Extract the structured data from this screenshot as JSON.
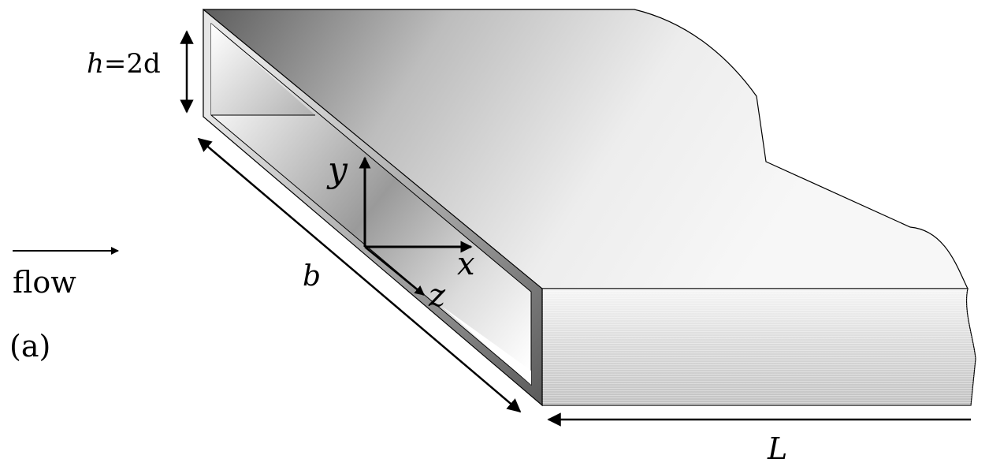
{
  "labels": {
    "height": "=2d",
    "height_var": "h",
    "width": "b",
    "length": "L",
    "axis_x": "x",
    "axis_y": "y",
    "axis_z": "z",
    "flow": "flow",
    "panel": "(a)"
  },
  "colors": {
    "stroke": "#000000",
    "background": "#ffffff",
    "top_dark": "#6e6e6e",
    "top_light": "#f4f4f4",
    "front_face": "#d8d8d8",
    "wall_dark": "#7a7a7a"
  }
}
